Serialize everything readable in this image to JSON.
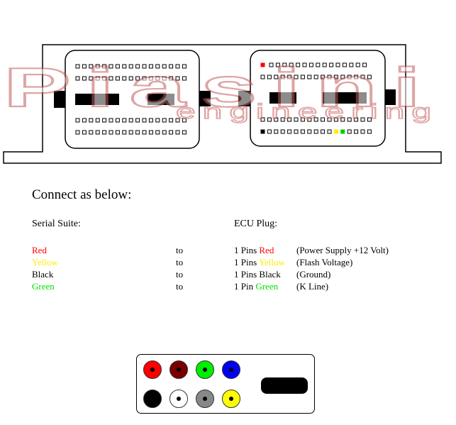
{
  "watermark": {
    "brand": "Piasini",
    "sub": "engineering"
  },
  "heading": "Connect as below:",
  "columns": {
    "left": "Serial Suite:",
    "right": "ECU Plug:"
  },
  "connections": [
    {
      "wire": "Red",
      "wire_color": "#ff0000",
      "to": "to",
      "pins_prefix": "1 Pins",
      "pin_color_name": "Red",
      "pin_color": "#ff0000",
      "description": "(Power Supply +12 Volt)"
    },
    {
      "wire": "Yellow",
      "wire_color": "#ffee00",
      "to": "to",
      "pins_prefix": "1 Pins",
      "pin_color_name": "Yellow",
      "pin_color": "#ffee00",
      "description": "(Flash Voltage)"
    },
    {
      "wire": "Black",
      "wire_color": "#000000",
      "to": "to",
      "pins_prefix": "1 Pins",
      "pin_color_name": "Black",
      "pin_color": "#000000",
      "description": "(Ground)"
    },
    {
      "wire": "Green",
      "wire_color": "#00dd00",
      "to": "to",
      "pins_prefix": "1 Pin",
      "pin_color_name": "Green",
      "pin_color": "#00dd00",
      "description": "(K Line)"
    }
  ],
  "connector_pins": [
    {
      "name": "red-pin",
      "color": "#ff0000"
    },
    {
      "name": "dark-red-pin",
      "color": "#7a0000"
    },
    {
      "name": "green-pin",
      "color": "#00ee00"
    },
    {
      "name": "blue-pin",
      "color": "#0000ee"
    },
    {
      "name": "black-pin",
      "color": "#000000"
    },
    {
      "name": "white-pin",
      "color": "#ffffff"
    },
    {
      "name": "grey-pin",
      "color": "#888888"
    },
    {
      "name": "yellow-pin",
      "color": "#ffff00"
    }
  ],
  "ecu_highlight_pins": {
    "red": "#ff0000",
    "black": "#000000",
    "yellow": "#ffee00",
    "green": "#00cc00"
  }
}
